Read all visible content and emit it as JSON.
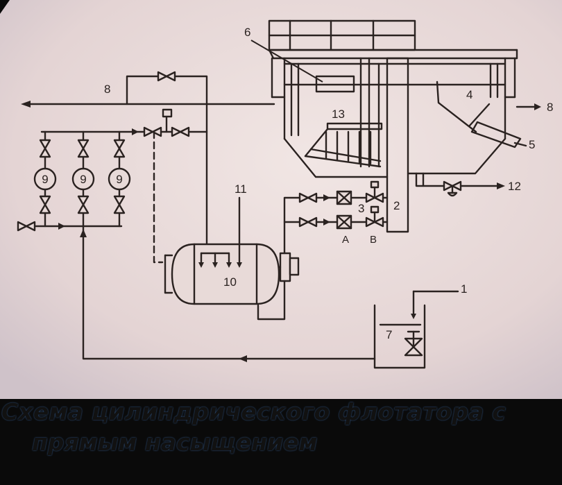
{
  "colors": {
    "paper": "#e8dad8",
    "ink": "#2a2220",
    "background": "#000000"
  },
  "labels": {
    "n1": "1",
    "n2": "2",
    "n3": "3",
    "n4": "4",
    "n5": "5",
    "n6": "6",
    "n7": "7",
    "n8_left": "8",
    "n8_right": "8",
    "n9": "9",
    "n10": "10",
    "n11": "11",
    "n12": "12",
    "n13": "13",
    "valve_a": "A",
    "valve_b": "B"
  },
  "caption": {
    "line1": "Схема цилиндрического флотатора с",
    "line2": "прямым насыщением"
  }
}
